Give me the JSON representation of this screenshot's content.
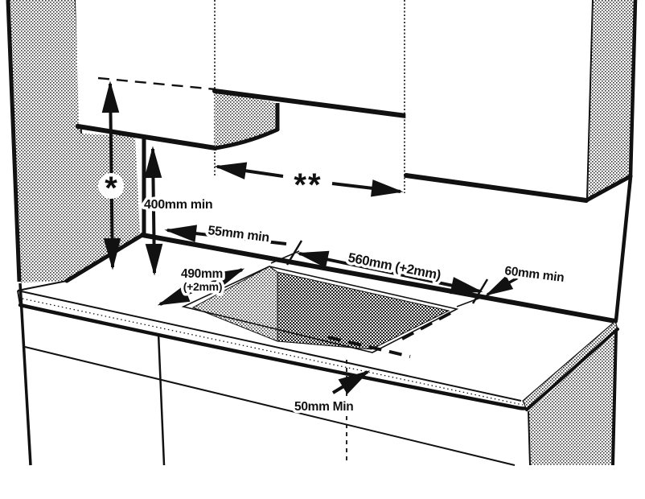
{
  "diagram": {
    "type": "installation-clearance-drawing",
    "subject": "built-in hob worktop cut-out and cabinet clearances",
    "labels": {
      "hood_height_note": "*",
      "cabinet_gap_note": "**",
      "clearance_cabinet_to_worktop": "400mm min",
      "clearance_cutout_to_rear": "55mm min",
      "cutout_width": "560mm (+2mm)",
      "cutout_depth_line1": "490mm",
      "cutout_depth_line2": "(+2mm)",
      "clearance_cutout_to_side": "60mm min",
      "clearance_cutout_to_front": "50mm Min"
    },
    "colors": {
      "line": "#111111",
      "paper": "#ffffff",
      "halftone_dot": "#333333"
    }
  }
}
